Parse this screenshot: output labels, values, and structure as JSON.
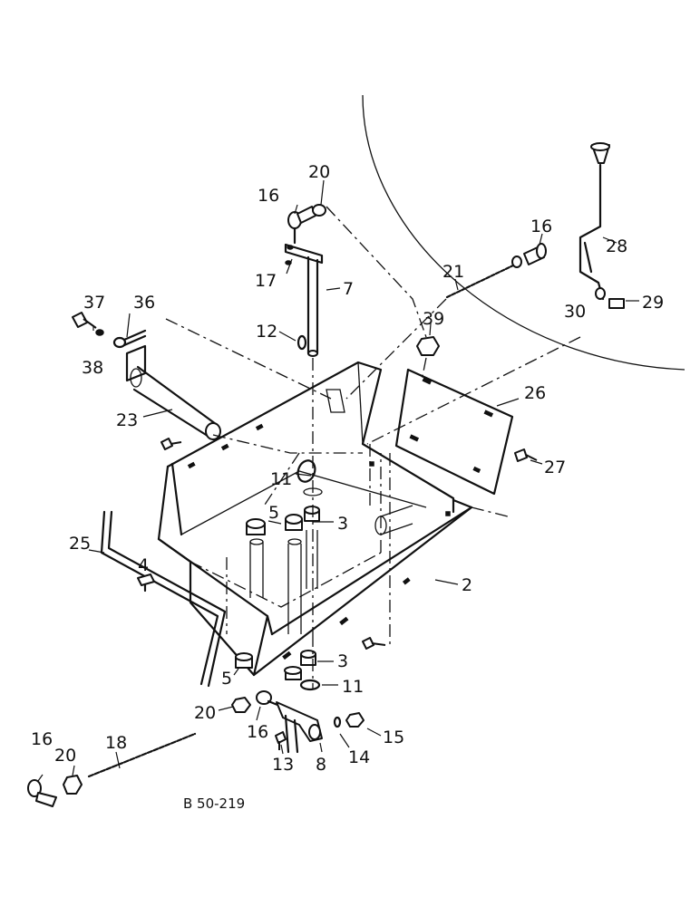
{
  "drawing_code": "B 50-219",
  "callouts": [
    {
      "id": "c20a",
      "text": "20"
    },
    {
      "id": "c16a",
      "text": "16"
    },
    {
      "id": "c17",
      "text": "17"
    },
    {
      "id": "c7",
      "text": "7"
    },
    {
      "id": "c12",
      "text": "12"
    },
    {
      "id": "c37",
      "text": "37"
    },
    {
      "id": "c36",
      "text": "36"
    },
    {
      "id": "c38",
      "text": "38"
    },
    {
      "id": "c23",
      "text": "23"
    },
    {
      "id": "c39",
      "text": "39"
    },
    {
      "id": "c21",
      "text": "21"
    },
    {
      "id": "c16b",
      "text": "16"
    },
    {
      "id": "c28",
      "text": "28"
    },
    {
      "id": "c30",
      "text": "30"
    },
    {
      "id": "c29",
      "text": "29"
    },
    {
      "id": "c26",
      "text": "26"
    },
    {
      "id": "c27",
      "text": "27"
    },
    {
      "id": "c11a",
      "text": "11"
    },
    {
      "id": "c5a",
      "text": "5"
    },
    {
      "id": "c3a",
      "text": "3"
    },
    {
      "id": "c25",
      "text": "25"
    },
    {
      "id": "c4",
      "text": "4"
    },
    {
      "id": "c2",
      "text": "2"
    },
    {
      "id": "c5b",
      "text": "5"
    },
    {
      "id": "c3b",
      "text": "3"
    },
    {
      "id": "c11b",
      "text": "11"
    },
    {
      "id": "c20b",
      "text": "20"
    },
    {
      "id": "c16c",
      "text": "16"
    },
    {
      "id": "c15",
      "text": "15"
    },
    {
      "id": "c14",
      "text": "14"
    },
    {
      "id": "c13",
      "text": "13"
    },
    {
      "id": "c8",
      "text": "8"
    },
    {
      "id": "c16d",
      "text": "16"
    },
    {
      "id": "c20c",
      "text": "20"
    },
    {
      "id": "c18",
      "text": "18"
    }
  ]
}
